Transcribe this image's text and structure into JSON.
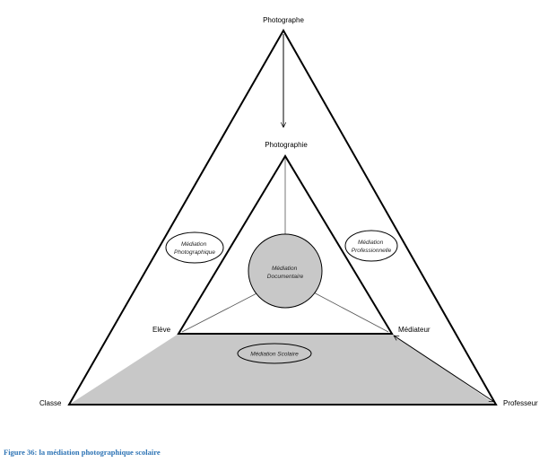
{
  "nodes": {
    "photographe": "Photographe",
    "photographie": "Photographie",
    "eleve": "Elève",
    "mediateur": "Médiateur",
    "classe": "Classe",
    "professeur": "Professeur"
  },
  "mediations": {
    "photographique": [
      "Médiation",
      "Photographique"
    ],
    "professionnelle": [
      "Médiation",
      "Professionnelle"
    ],
    "documentaire": [
      "Médiation",
      "Documentaire"
    ],
    "scolaire": "Médiation Scolaire"
  },
  "caption": "Figure 36: la médiation photographique scolaire",
  "colors": {
    "fill_gray": "#c8c8c8",
    "stroke": "#000000",
    "caption": "#2e74b5"
  }
}
